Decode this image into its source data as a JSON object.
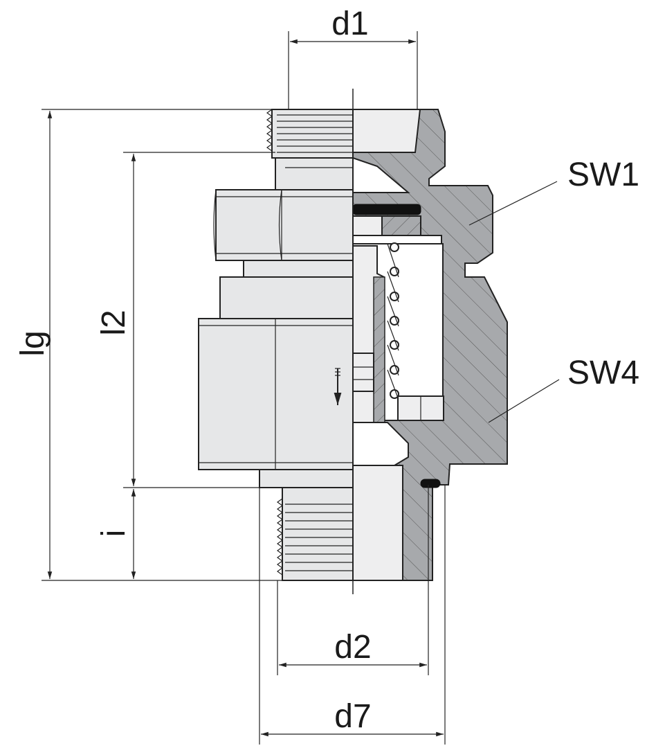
{
  "labels": {
    "d1": "d1",
    "d2": "d2",
    "d7": "d7",
    "lg": "lg",
    "l2": "l2",
    "i": "i",
    "sw1": "SW1",
    "sw4": "SW4"
  },
  "colors": {
    "body_fill": "#e6e7e8",
    "section_fill": "#a7a9ac",
    "line": "#222222",
    "seal": "#111111"
  }
}
